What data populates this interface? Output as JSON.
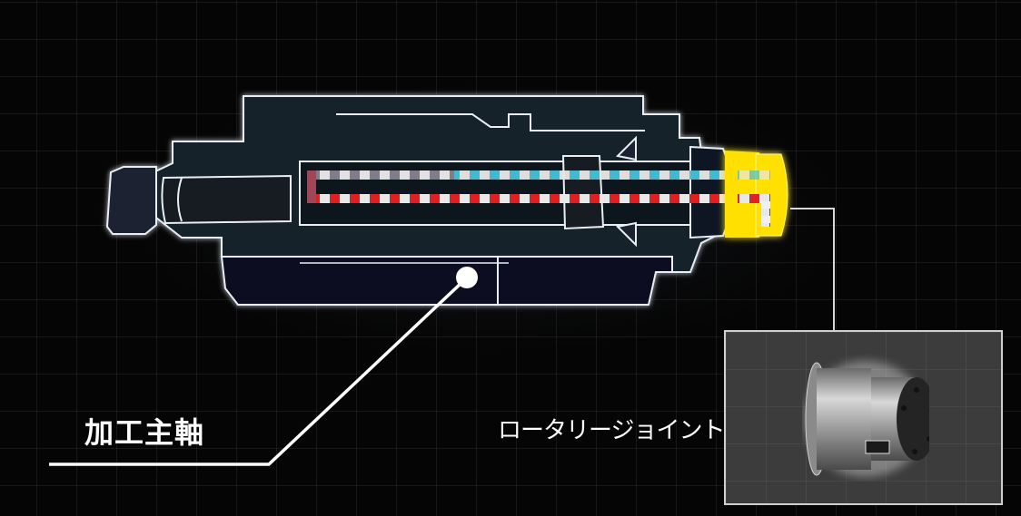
{
  "diagram": {
    "title": "加工主軸 / ロータリージョイント cutaway",
    "labels": {
      "spindle": "加工主軸",
      "rotary_joint": "ロータリージョイント"
    },
    "colors": {
      "background": "#050505",
      "outline": "#e8eef4",
      "body_fill": "#141c26",
      "lower_body_fill": "#0b0b22",
      "rotary_joint": "#ffe000",
      "coolant_supply": "#44c3d8",
      "coolant_return": "#e02020",
      "leader_line": "#ffffff",
      "photo_panel": "#3c3c3c"
    },
    "components": [
      {
        "name": "machining-spindle",
        "label_ref": "spindle"
      },
      {
        "name": "rotary-joint",
        "label_ref": "rotary_joint"
      },
      {
        "name": "rotary-joint-photo",
        "label_ref": "rotary_joint"
      }
    ],
    "flow_lines": [
      {
        "name": "supply-line",
        "color": "#44c3d8"
      },
      {
        "name": "return-line",
        "color": "#e02020"
      }
    ]
  }
}
